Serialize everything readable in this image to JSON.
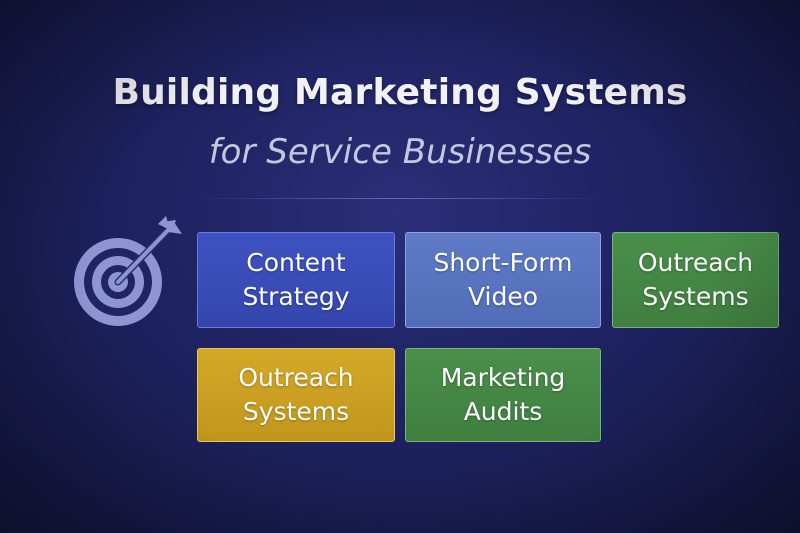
{
  "title": "Building Marketing Systems",
  "subtitle": "for Service Businesses",
  "tiles": [
    {
      "label": "Content\nStrategy",
      "color": "#3a4cb8"
    },
    {
      "label": "Short-Form\nVideo",
      "color": "#5a75c2"
    },
    {
      "label": "Outreach\nSystems",
      "color": "#458a45"
    },
    {
      "label": "Outreach\nSystems",
      "color": "#cda020"
    },
    {
      "label": "Marketing\nAudits",
      "color": "#458a45"
    }
  ],
  "icons": {
    "target": "target-with-arrow-icon"
  },
  "colors": {
    "background": "#1e2260",
    "icon": "#8d95d2"
  }
}
